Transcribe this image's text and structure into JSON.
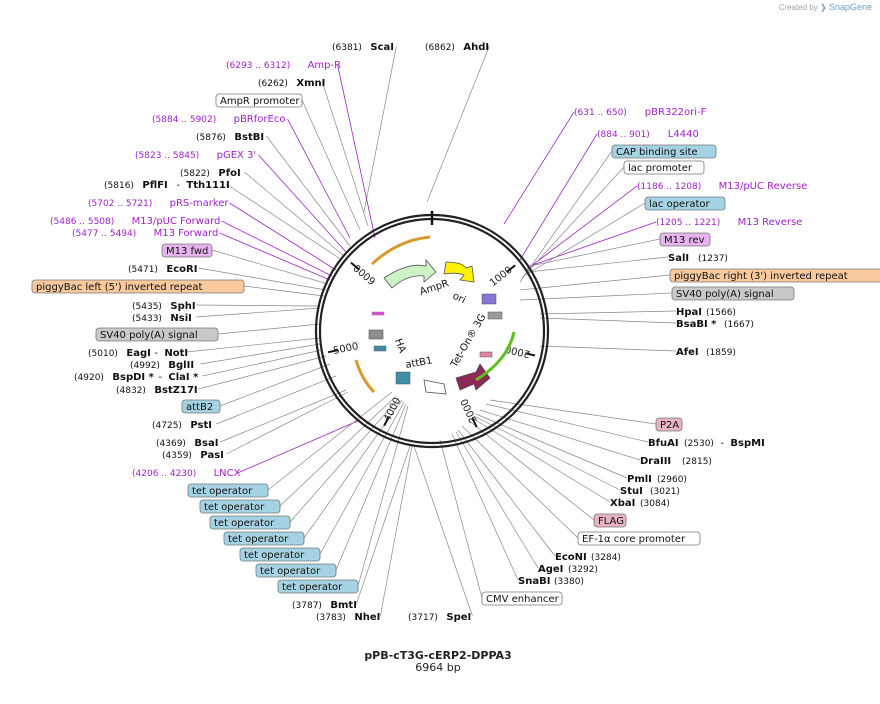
{
  "branding": {
    "prefix": "Created by",
    "product": "SnapGene"
  },
  "plasmid": {
    "name": "pPB-cT3G-cERP2-DPPA3",
    "length_label": "6964 bp",
    "total_bp": 6964
  },
  "ticks": [
    {
      "bp": 1000,
      "label": "1000"
    },
    {
      "bp": 2000,
      "label": "2000"
    },
    {
      "bp": 3000,
      "label": "3000"
    },
    {
      "bp": 4000,
      "label": "4000"
    },
    {
      "bp": 5000,
      "label": "5000"
    },
    {
      "bp": 6000,
      "label": "6000"
    }
  ],
  "inner_features": [
    {
      "name": "AmpR",
      "color": "#ccf2c5",
      "kind": "arrow"
    },
    {
      "name": "ori",
      "color": "#fff200",
      "kind": "arrow"
    },
    {
      "name": "Tet-On® 3G",
      "color": "#8c2a55",
      "kind": "arrow"
    },
    {
      "name": "attB1",
      "color": "#ffffff",
      "kind": "arc"
    },
    {
      "name": "HA",
      "color": "#8e8e8e",
      "kind": "box"
    }
  ],
  "labels": [
    {
      "id": "scai",
      "name": "ScaI",
      "pos": "(6381)",
      "type": "enzyme"
    },
    {
      "id": "ahdi",
      "name": "AhdI",
      "pos": "(6862)",
      "type": "enzyme"
    },
    {
      "id": "ampr-primer",
      "name": "Amp-R",
      "pos": "(6293 .. 6312)",
      "type": "primer"
    },
    {
      "id": "xmni",
      "name": "XmnI",
      "pos": "(6262)",
      "type": "enzyme"
    },
    {
      "id": "ampr-promoter",
      "name": "AmpR promoter",
      "type": "box",
      "fill": "#ffffff",
      "stroke": "#777777"
    },
    {
      "id": "pbrforeco",
      "name": "pBRforEco",
      "pos": "(5884 .. 5902)",
      "type": "primer"
    },
    {
      "id": "bstbi",
      "name": "BstBI",
      "pos": "(5876)",
      "type": "enzyme"
    },
    {
      "id": "pgex3",
      "name": "pGEX 3'",
      "pos": "(5823 .. 5845)",
      "type": "primer"
    },
    {
      "id": "pfoi",
      "name": "PfoI",
      "pos": "(5822)",
      "type": "enzyme"
    },
    {
      "id": "pflfi",
      "name": "PflFI",
      "name2": "Tth111I",
      "pos": "(5816)",
      "type": "enzyme2"
    },
    {
      "id": "prs-marker",
      "name": "pRS-marker",
      "pos": "(5702 .. 5721)",
      "type": "primer"
    },
    {
      "id": "m13puc-fwd",
      "name": "M13/pUC Forward",
      "pos": "(5486 .. 5508)",
      "type": "primer"
    },
    {
      "id": "m13-forward",
      "name": "M13 Forward",
      "pos": "(5477 .. 5494)",
      "type": "primer"
    },
    {
      "id": "m13-fwd",
      "name": "M13 fwd",
      "type": "box",
      "fill": "#e7b4ef",
      "stroke": "#777777"
    },
    {
      "id": "ecori",
      "name": "EcoRI",
      "pos": "(5471)",
      "type": "enzyme"
    },
    {
      "id": "pb-left",
      "name": "piggyBac left (5') inverted repeat",
      "type": "box",
      "fill": "#f9c99e",
      "stroke": "#777777"
    },
    {
      "id": "sphi",
      "name": "SphI",
      "pos": "(5435)",
      "type": "enzyme"
    },
    {
      "id": "nsii",
      "name": "NsiI",
      "pos": "(5433)",
      "type": "enzyme"
    },
    {
      "id": "sv40-left",
      "name": "SV40 poly(A) signal",
      "type": "box",
      "fill": "#c9c9c9",
      "stroke": "#777777"
    },
    {
      "id": "eagi",
      "name": "EagI",
      "name2": "NotI",
      "pos": "(5010)",
      "type": "enzyme2"
    },
    {
      "id": "bglii",
      "name": "BglII",
      "pos": "(4992)",
      "type": "enzyme"
    },
    {
      "id": "bspdi",
      "name": "BspDI *",
      "name2": "ClaI *",
      "pos": "(4920)",
      "type": "enzyme2"
    },
    {
      "id": "bstz17i",
      "name": "BstZ17I",
      "pos": "(4832)",
      "type": "enzyme"
    },
    {
      "id": "attb2",
      "name": "attB2",
      "type": "box",
      "fill": "#a5d3e3",
      "stroke": "#777777"
    },
    {
      "id": "psti",
      "name": "PstI",
      "pos": "(4725)",
      "type": "enzyme"
    },
    {
      "id": "bsai",
      "name": "BsaI",
      "pos": "(4369)",
      "type": "enzyme"
    },
    {
      "id": "pasi",
      "name": "PasI",
      "pos": "(4359)",
      "type": "enzyme"
    },
    {
      "id": "lncx",
      "name": "LNCX",
      "pos": "(4206 .. 4230)",
      "type": "primer"
    },
    {
      "id": "tetop1",
      "name": "tet operator",
      "type": "box",
      "fill": "#a5d3e3",
      "stroke": "#777777"
    },
    {
      "id": "tetop2",
      "name": "tet operator",
      "type": "box",
      "fill": "#a5d3e3",
      "stroke": "#777777"
    },
    {
      "id": "tetop3",
      "name": "tet operator",
      "type": "box",
      "fill": "#a5d3e3",
      "stroke": "#777777"
    },
    {
      "id": "tetop4",
      "name": "tet operator",
      "type": "box",
      "fill": "#a5d3e3",
      "stroke": "#777777"
    },
    {
      "id": "tetop5",
      "name": "tet operator",
      "type": "box",
      "fill": "#a5d3e3",
      "stroke": "#777777"
    },
    {
      "id": "tetop6",
      "name": "tet operator",
      "type": "box",
      "fill": "#a5d3e3",
      "stroke": "#777777"
    },
    {
      "id": "tetop7",
      "name": "tet operator",
      "type": "box",
      "fill": "#a5d3e3",
      "stroke": "#777777"
    },
    {
      "id": "bmti",
      "name": "BmtI",
      "pos": "(3787)",
      "type": "enzyme"
    },
    {
      "id": "nhei",
      "name": "NheI",
      "pos": "(3783)",
      "type": "enzyme"
    },
    {
      "id": "spei",
      "name": "SpeI",
      "pos": "(3717)",
      "type": "enzyme"
    },
    {
      "id": "cmv",
      "name": "CMV enhancer",
      "type": "box",
      "fill": "#ffffff",
      "stroke": "#777777"
    },
    {
      "id": "snabi",
      "name": "SnaBI",
      "pos": "(3380)",
      "type": "enzyme"
    },
    {
      "id": "agei",
      "name": "AgeI",
      "pos": "(3292)",
      "type": "enzyme"
    },
    {
      "id": "econi",
      "name": "EcoNI",
      "pos": "(3284)",
      "type": "enzyme"
    },
    {
      "id": "ef1a",
      "name": "EF-1α core promoter",
      "type": "box",
      "fill": "#ffffff",
      "stroke": "#777777"
    },
    {
      "id": "flag",
      "name": "FLAG",
      "type": "box",
      "fill": "#e8b4c2",
      "stroke": "#777777"
    },
    {
      "id": "xbai",
      "name": "XbaI",
      "pos": "(3084)",
      "type": "enzyme"
    },
    {
      "id": "stui",
      "name": "StuI",
      "pos": "(3021)",
      "type": "enzyme"
    },
    {
      "id": "pmli",
      "name": "PmlI",
      "pos": "(2960)",
      "type": "enzyme"
    },
    {
      "id": "draiii",
      "name": "DraIII",
      "pos": "(2815)",
      "type": "enzyme"
    },
    {
      "id": "bfuai",
      "name": "BfuAI",
      "name2": "BspMI",
      "pos": "(2530)",
      "type": "enzyme2"
    },
    {
      "id": "p2a",
      "name": "P2A",
      "type": "box",
      "fill": "#e8b4c2",
      "stroke": "#777777"
    },
    {
      "id": "afei",
      "name": "AfeI",
      "pos": "(1859)",
      "type": "enzyme"
    },
    {
      "id": "bsabi",
      "name": "BsaBI *",
      "pos": "(1667)",
      "type": "enzyme"
    },
    {
      "id": "hpai",
      "name": "HpaI",
      "pos": "(1566)",
      "type": "enzyme"
    },
    {
      "id": "sv40-right",
      "name": "SV40 poly(A) signal",
      "type": "box",
      "fill": "#c9c9c9",
      "stroke": "#777777"
    },
    {
      "id": "pb-right",
      "name": "piggyBac right (3') inverted repeat",
      "type": "box",
      "fill": "#f9c99e",
      "stroke": "#777777"
    },
    {
      "id": "sali",
      "name": "SalI",
      "pos": "(1237)",
      "type": "enzyme"
    },
    {
      "id": "m13-rev",
      "name": "M13 rev",
      "type": "box",
      "fill": "#e7b4ef",
      "stroke": "#777777"
    },
    {
      "id": "m13-reverse",
      "name": "M13 Reverse",
      "pos": "(1205 .. 1221)",
      "type": "primer"
    },
    {
      "id": "lac-operator",
      "name": "lac operator",
      "type": "box",
      "fill": "#a5d3e3",
      "stroke": "#777777"
    },
    {
      "id": "m13puc-rev",
      "name": "M13/pUC Reverse",
      "pos": "(1186 .. 1208)",
      "type": "primer"
    },
    {
      "id": "lac-promoter",
      "name": "lac promoter",
      "type": "box",
      "fill": "#ffffff",
      "stroke": "#777777"
    },
    {
      "id": "cap",
      "name": "CAP binding site",
      "type": "box",
      "fill": "#a5d3e3",
      "stroke": "#777777"
    },
    {
      "id": "l4440",
      "name": "L4440",
      "pos": "(884 .. 901)",
      "type": "primer"
    },
    {
      "id": "pbr322ori",
      "name": "pBR322ori-F",
      "pos": "(631 .. 650)",
      "type": "primer"
    }
  ]
}
